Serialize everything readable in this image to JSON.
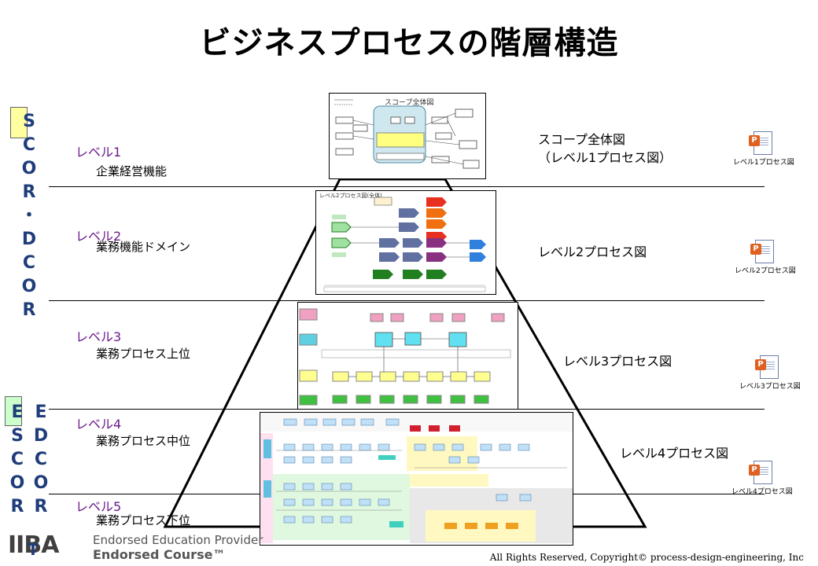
{
  "title": "ビジネスプロセスの階層構造",
  "levels": [
    {
      "label": "レベル1",
      "desc": "企業経営機能",
      "diagram": "スコープ全体図",
      "diagram2": "（レベル1プロセス図）",
      "file": "レベル1プロセス図"
    },
    {
      "label": "レベル2",
      "desc": "業務機能ドメイン",
      "diagram": "レベル2プロセス図",
      "file": "レベル2プロセス図"
    },
    {
      "label": "レベル3",
      "desc": "業務プロセス上位",
      "diagram": "レベル3プロセス図",
      "file": "レベル3プロセス図"
    },
    {
      "label": "レベル4",
      "desc": "業務プロセス中位",
      "diagram": "レベル4プロセス図",
      "file": "レベル4プロセス図"
    },
    {
      "label": "レベル5",
      "desc": "業務プロセス下位"
    }
  ],
  "vertical_labels": {
    "scor_dcor": [
      "S",
      "C",
      "O",
      "R",
      "・",
      "D",
      "C",
      "O",
      "R"
    ],
    "escor": [
      "E",
      "S",
      "C",
      "O",
      "R"
    ],
    "edcor": [
      "E",
      "D",
      "C",
      "O",
      "R"
    ],
    "tail": "T"
  },
  "thumbnails": {
    "scope": "スコープ全体図",
    "level2": "レベル2プロセス図(全体)"
  },
  "footer": {
    "logo": "IIBA",
    "endorse1": "Endorsed Education Provider",
    "endorse2": "Endorsed Course™",
    "copyright": "All Rights Reserved, Copyright© process-design-engineering, Inc"
  },
  "colors": {
    "level_label": "#6a1a8c",
    "vertical_text": "#1f3d7a",
    "yellow_box": "#ffffa0",
    "green_box": "#ccffcc"
  }
}
